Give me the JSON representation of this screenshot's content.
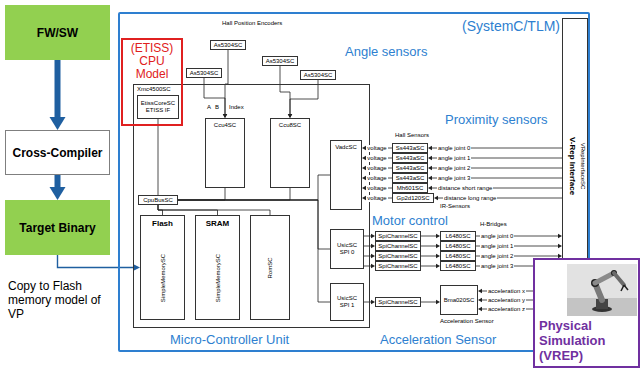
{
  "diagram": {
    "nodes": [
      {
        "text": [
          "FW/SW"
        ]
      },
      {
        "text": [
          "Cross-Compiler"
        ]
      },
      {
        "text": [
          "Target Binary"
        ]
      },
      {
        "text": [
          "(SystemC/TLM)"
        ]
      },
      {
        "text": [
          "Xmc4500SC"
        ],
        "in": 3
      },
      {
        "text": [
          "(ETISS) CPU Model"
        ],
        "in": 3
      },
      {
        "text": [
          "EtissCoreSC",
          "ETISS IF"
        ],
        "in": 5
      },
      {
        "text": [
          "CpuBusSC"
        ],
        "in": 4
      },
      {
        "text": [
          "Flash",
          "SimpleMemorySC"
        ],
        "in": 4
      },
      {
        "text": [
          "SRAM",
          "SimpleMemorySC"
        ],
        "in": 4
      },
      {
        "text": [
          "RomSC"
        ],
        "in": 4
      },
      {
        "text": [
          "Ccu4SC"
        ],
        "in": 4
      },
      {
        "text": [
          "Ccu8SC"
        ],
        "in": 4
      },
      {
        "text": [
          "VadcSC"
        ],
        "in": 4
      },
      {
        "text": [
          "UsicSC",
          "SPI 0"
        ],
        "in": 4
      },
      {
        "text": [
          "UsicSC",
          "SPI 1"
        ],
        "in": 4
      },
      {
        "text": [
          "As5304SC"
        ],
        "in": 3
      },
      {
        "text": [
          "As5304SC"
        ],
        "in": 3
      },
      {
        "text": [
          "As5304SC"
        ],
        "in": 3
      },
      {
        "text": [
          "As5304SC"
        ],
        "in": 3
      },
      {
        "text": [
          "Ss443aSC"
        ],
        "in": 3
      },
      {
        "text": [
          "Ss443aSC"
        ],
        "in": 3
      },
      {
        "text": [
          "Ss443aSC"
        ],
        "in": 3
      },
      {
        "text": [
          "Ss443aSC"
        ],
        "in": 3
      },
      {
        "text": [
          "Mh601SC"
        ],
        "in": 3
      },
      {
        "text": [
          "Gp2d120SC"
        ],
        "in": 3
      },
      {
        "text": [
          "SpiChannelSC"
        ],
        "in": 3
      },
      {
        "text": [
          "SpiChannelSC"
        ],
        "in": 3
      },
      {
        "text": [
          "SpiChannelSC"
        ],
        "in": 3
      },
      {
        "text": [
          "SpiChannelSC"
        ],
        "in": 3
      },
      {
        "text": [
          "L6480SC"
        ],
        "in": 3
      },
      {
        "text": [
          "L6480SC"
        ],
        "in": 3
      },
      {
        "text": [
          "L6480SC"
        ],
        "in": 3
      },
      {
        "text": [
          "L6480SC"
        ],
        "in": 3
      },
      {
        "text": [
          "SpiChannelSC"
        ],
        "in": 3
      },
      {
        "text": [
          "Bma020SC"
        ],
        "in": 3
      },
      {
        "text": [
          "V-Rep Interface",
          "VRepInterfaceSC"
        ],
        "in": 3
      },
      {
        "text": [
          "Physical Simulation (VREP)"
        ]
      }
    ],
    "edges": [
      {
        "from": 0,
        "to": 1,
        "arrow": "to"
      },
      {
        "from": 1,
        "to": 2,
        "arrow": "to"
      },
      {
        "from": 2,
        "to": 8,
        "arrow": "to"
      },
      {
        "from": 6,
        "to": 7,
        "arrow": "none"
      },
      {
        "from": 7,
        "to": 8,
        "arrow": "none"
      },
      {
        "from": 7,
        "to": 9,
        "arrow": "none"
      },
      {
        "from": 7,
        "to": 10,
        "arrow": "none"
      },
      {
        "from": 7,
        "to": 11,
        "arrow": "none"
      },
      {
        "from": 7,
        "to": 12,
        "arrow": "none"
      },
      {
        "from": 7,
        "to": 13,
        "arrow": "none"
      },
      {
        "from": 7,
        "to": 14,
        "arrow": "none"
      },
      {
        "from": 7,
        "to": 15,
        "arrow": "none"
      },
      {
        "from": 16,
        "to": 11,
        "arrow": "to"
      },
      {
        "from": 17,
        "to": 12,
        "arrow": "to"
      },
      {
        "from": 18,
        "to": 11,
        "arrow": "to"
      },
      {
        "from": 19,
        "to": 12,
        "arrow": "to"
      },
      {
        "from": 20,
        "to": 13,
        "label": "voltage",
        "arrow": "to"
      },
      {
        "from": 21,
        "to": 13,
        "label": "voltage",
        "arrow": "to"
      },
      {
        "from": 22,
        "to": 13,
        "label": "voltage",
        "arrow": "to"
      },
      {
        "from": 23,
        "to": 13,
        "label": "voltage",
        "arrow": "to"
      },
      {
        "from": 24,
        "to": 13,
        "label": "voltage",
        "arrow": "to"
      },
      {
        "from": 25,
        "to": 13,
        "label": "voltage",
        "arrow": "to"
      },
      {
        "from": 36,
        "to": 20,
        "label": "angle joint 0",
        "arrow": "to"
      },
      {
        "from": 36,
        "to": 21,
        "label": "angle joint 1",
        "arrow": "to"
      },
      {
        "from": 36,
        "to": 22,
        "label": "angle joint 2",
        "arrow": "to"
      },
      {
        "from": 36,
        "to": 23,
        "label": "angle joint 3",
        "arrow": "to"
      },
      {
        "from": 36,
        "to": 24,
        "label": "distance short range",
        "arrow": "to"
      },
      {
        "from": 36,
        "to": 25,
        "label": "distance long range",
        "arrow": "to"
      },
      {
        "from": 14,
        "to": 26,
        "arrow": "to"
      },
      {
        "from": 14,
        "to": 27,
        "arrow": "to"
      },
      {
        "from": 14,
        "to": 28,
        "arrow": "to"
      },
      {
        "from": 14,
        "to": 29,
        "arrow": "to"
      },
      {
        "from": 26,
        "to": 30,
        "arrow": "to"
      },
      {
        "from": 27,
        "to": 31,
        "arrow": "to"
      },
      {
        "from": 28,
        "to": 32,
        "arrow": "to"
      },
      {
        "from": 29,
        "to": 33,
        "arrow": "to"
      },
      {
        "from": 30,
        "to": 36,
        "label": "angle joint 0",
        "arrow": "to"
      },
      {
        "from": 31,
        "to": 36,
        "label": "angle joint 1",
        "arrow": "to"
      },
      {
        "from": 32,
        "to": 36,
        "label": "angle joint 2",
        "arrow": "to"
      },
      {
        "from": 33,
        "to": 36,
        "label": "angle joint 3",
        "arrow": "to"
      },
      {
        "from": 15,
        "to": 34,
        "arrow": "to"
      },
      {
        "from": 34,
        "to": 35,
        "arrow": "to"
      },
      {
        "from": 36,
        "to": 35,
        "label": "acceleration x",
        "arrow": "to"
      },
      {
        "from": 36,
        "to": 35,
        "label": "acceleration y",
        "arrow": "to"
      },
      {
        "from": 36,
        "to": 35,
        "label": "acceleration z",
        "arrow": "to"
      }
    ],
    "labels": [
      "Copy to Flash memory model of VP",
      "Hall Position Encoders",
      "A",
      "B",
      "Index",
      "Angle sensors",
      "Hall Sensors",
      "Proximity sensors",
      "IR-Sensors",
      "Motor control",
      "H-Bridges",
      "Acceleration Sensor",
      "Acceleration Sensor",
      "Micro-Controller Unit"
    ]
  }
}
